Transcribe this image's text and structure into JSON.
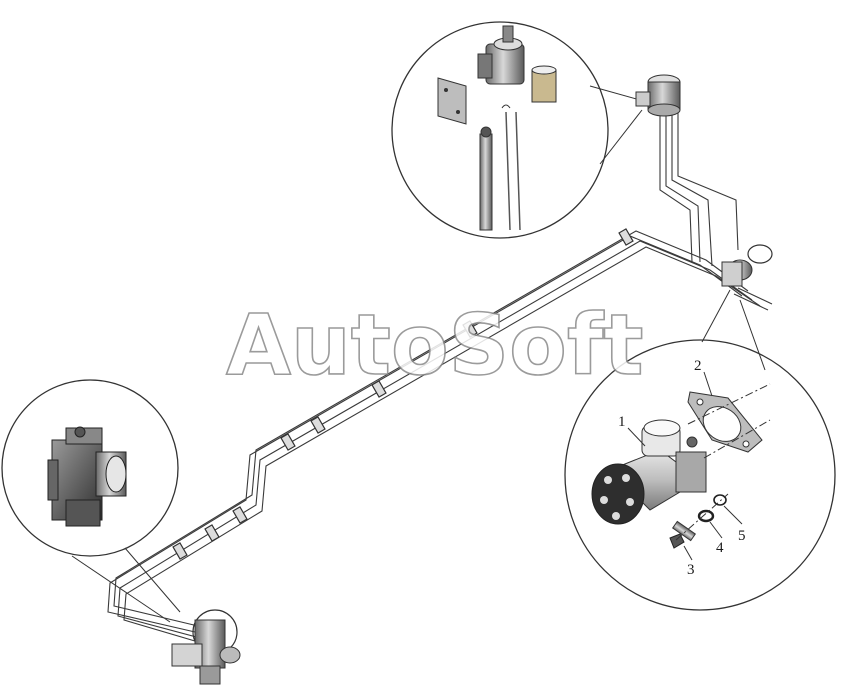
{
  "watermark": "AutoSoft",
  "callouts": [
    {
      "id": "1",
      "label": "1"
    },
    {
      "id": "2",
      "label": "2"
    },
    {
      "id": "3",
      "label": "3"
    },
    {
      "id": "4",
      "label": "4"
    },
    {
      "id": "5",
      "label": "5"
    }
  ],
  "colors": {
    "line": "#3a3a3a",
    "pipe_fill": "#f4f4f4",
    "part_dark": "#4a4a4a",
    "part_mid": "#8c8c8c",
    "part_light": "#d6d6d6"
  }
}
